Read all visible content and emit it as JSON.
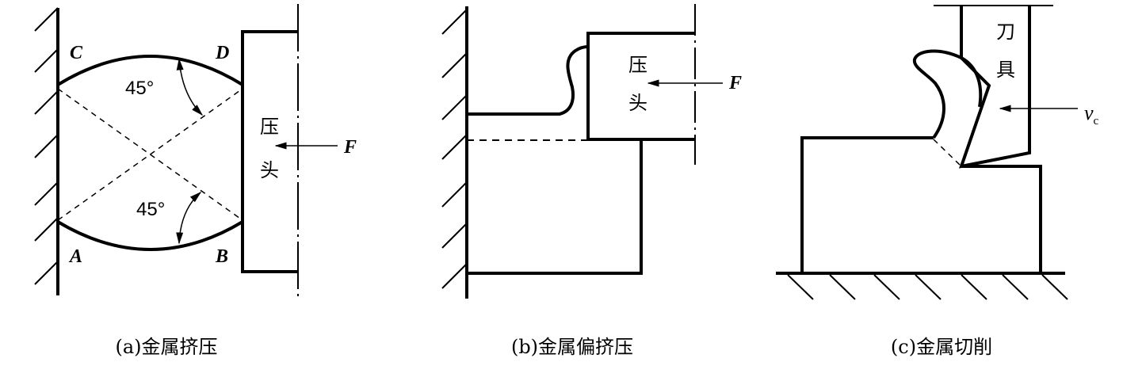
{
  "panel_a": {
    "caption": "(a)金属挤压",
    "point_c": "C",
    "point_d": "D",
    "point_a": "A",
    "point_b": "B",
    "angle_top": "45°",
    "angle_bottom": "45°",
    "press_char1": "压",
    "press_char2": "头",
    "force": "F"
  },
  "panel_b": {
    "caption": "(b)金属偏挤压",
    "press_char1": "压",
    "press_char2": "头",
    "force": "F"
  },
  "panel_c": {
    "caption": "(c)金属切削",
    "tool_char1": "刀",
    "tool_char2": "具",
    "velocity": "v",
    "velocity_sub": "c"
  }
}
